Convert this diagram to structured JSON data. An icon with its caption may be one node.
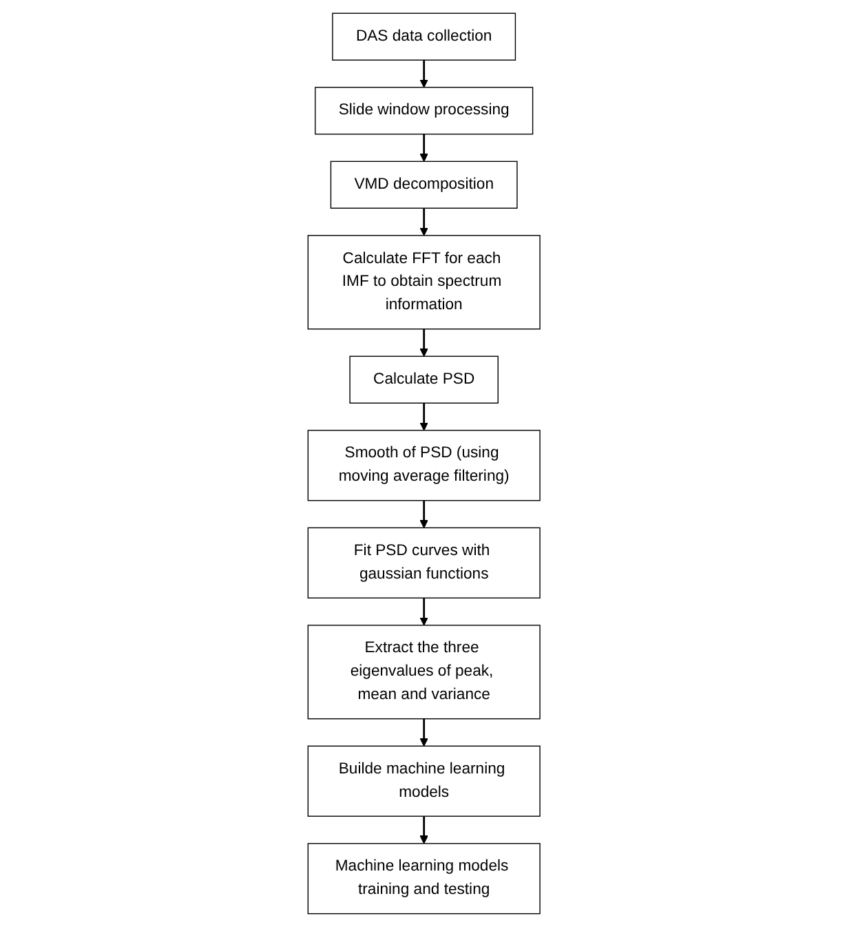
{
  "diagram": {
    "nodes": [
      {
        "text": [
          "DAS data collection"
        ]
      },
      {
        "text": [
          "Slide window processing"
        ]
      },
      {
        "text": [
          "VMD decomposition"
        ]
      },
      {
        "text": [
          "Calculate FFT for each IMF to obtain spectrum information"
        ]
      },
      {
        "text": [
          "Calculate PSD"
        ]
      },
      {
        "text": [
          "Smooth of PSD (using moving average filtering)"
        ]
      },
      {
        "text": [
          "Fit PSD curves with gaussian functions"
        ]
      },
      {
        "text": [
          "Extract the three eigenvalues of peak, mean and variance"
        ]
      },
      {
        "text": [
          "Builde machine learning models"
        ]
      },
      {
        "text": [
          "Machine learning models training and testing"
        ]
      }
    ],
    "edges": [
      {
        "from": 0,
        "to": 1,
        "arrow": "to"
      },
      {
        "from": 1,
        "to": 2,
        "arrow": "to"
      },
      {
        "from": 2,
        "to": 3,
        "arrow": "to"
      },
      {
        "from": 3,
        "to": 4,
        "arrow": "to"
      },
      {
        "from": 4,
        "to": 5,
        "arrow": "to"
      },
      {
        "from": 5,
        "to": 6,
        "arrow": "to"
      },
      {
        "from": 6,
        "to": 7,
        "arrow": "to"
      },
      {
        "from": 7,
        "to": 8,
        "arrow": "to"
      },
      {
        "from": 8,
        "to": 9,
        "arrow": "to"
      }
    ]
  }
}
